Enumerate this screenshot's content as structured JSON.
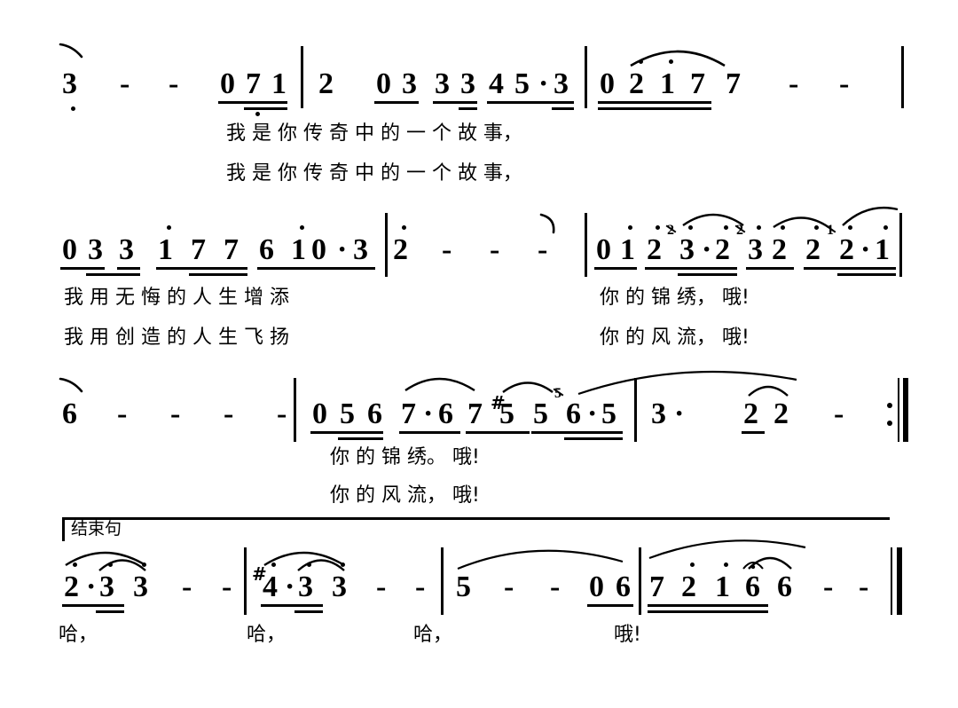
{
  "document": {
    "type": "chinese-numbered-notation-score",
    "title": "",
    "section_marker": "结束句"
  },
  "systems": [
    {
      "id": "system-1",
      "measures": [
        {
          "notes": "3 - -",
          "beamed": "0 7 1"
        },
        {
          "notes": "2",
          "beamed": "0 3 3 3 4 5 · 3"
        },
        {
          "notes": "0 2 1 7  7 - -"
        }
      ],
      "notes_text": "3 - - 0 7 1 | 2  0 3 3 3 4 5 · 3 | 0 2 1 7  7 - -",
      "lyrics_line_1": "我是你 传奇中的一个 故 事，",
      "lyrics_line_2": "我是你 传奇中的一个 故 事，"
    },
    {
      "id": "system-2",
      "notes_text": "0 3 3 1 7 7 6 1 0 · 3 | 2 - - - ， | 0 1 2 3 · 2 3 2 2 2 · 1",
      "lyrics_line_1": "我用无悔的人生 增 添   你的锦 绣， 哦!",
      "lyrics_line_2": "我用创造的人生 飞 扬   你的风 流， 哦!"
    },
    {
      "id": "system-3",
      "notes_text": "6 - - - - | 0 5 6 7 · 6 7 #5 5 6 · 5 | 3 ·  2 2  -  :||",
      "lyrics_line_1": "你的锦 绣。 哦!",
      "lyrics_line_2": "你的风 流， 哦!"
    },
    {
      "id": "system-4",
      "label": "结束句",
      "notes_text": "2 · 3 3 - - | #4 · 3 3 - - | 5 - - 0 6 | 7 2 1 6 6 - -  ‖",
      "lyrics_line_1": "哈， 哈， 哈， 哦!"
    }
  ],
  "lyrics": {
    "s1_row1": "我 是 你    传 奇 中 的 一 个    故      事，",
    "s1_row2": "我 是 你    传 奇 中 的 一 个    故        事，",
    "s2_row1_left": "我 用 无 悔 的 人 生  增  添",
    "s2_row2_left": "我 用 创 造 的 人 生  飞  扬",
    "s2_row1_right": "你 的 锦     绣，   哦!",
    "s2_row2_right": "你 的 风     流，   哦!",
    "s3_row1": "你 的 锦       绣。  哦!",
    "s3_row2": "你 的 风       流，  哦!",
    "s4_row1_a": "哈，",
    "s4_row1_b": "哈，",
    "s4_row1_c": "哈，",
    "s4_row1_d": "哦!"
  },
  "notes": {
    "s1": {
      "n1": "3",
      "d1": "-",
      "d2": "-",
      "b1": "0",
      "b2": "7",
      "b3": "1",
      "n2": "2",
      "c1": "0",
      "c2": "3",
      "c3": "3",
      "c4": "3",
      "c5": "4",
      "c6": "5",
      "cdot": "·",
      "c7": "3",
      "e1": "0",
      "e2": "2",
      "e3": "1",
      "e4": "7",
      "e5": "7",
      "d3": "-",
      "d4": "-"
    },
    "s2": {
      "a1": "0",
      "a2": "3",
      "a3": "3",
      "a4": "1",
      "a5": "7",
      "a6": "7",
      "a7": "6",
      "a8": "1",
      "a9": "0",
      "adot": "·",
      "a10": "3",
      "b1": "2",
      "bd1": "-",
      "bd2": "-",
      "bd3": "-",
      "breath": "‚",
      "c1": "0",
      "c2": "1",
      "c3": "2",
      "g1": "2",
      "c4": "3",
      "cdot1": "·",
      "c5": "2",
      "g2": "2",
      "c6": "3",
      "c7": "2",
      "c8": "2",
      "g3": "1",
      "c9": "2",
      "cdot2": "·",
      "c10": "1"
    },
    "s3": {
      "a1": "6",
      "ad1": "-",
      "ad2": "-",
      "ad3": "-",
      "ad4": "-",
      "b1": "0",
      "b2": "5",
      "b3": "6",
      "b4": "7",
      "bdot1": "·",
      "b5": "6",
      "b6": "7",
      "sharp": "#",
      "b7": "5",
      "b8": "5",
      "g1": "5",
      "b9": "6",
      "bdot2": "·",
      "b10": "5",
      "c1": "3",
      "cdot": "·",
      "c2": "2",
      "c3": "2",
      "cd1": "-"
    },
    "s4": {
      "a1": "2",
      "adot": "·",
      "a2": "3",
      "a3": "3",
      "ad1": "-",
      "ad2": "-",
      "sharp": "#",
      "b1": "4",
      "bdot": "·",
      "b2": "3",
      "b3": "3",
      "bd1": "-",
      "bd2": "-",
      "c1": "5",
      "cd1": "-",
      "cd2": "-",
      "c2": "0",
      "c3": "6",
      "d1": "7",
      "d2": "2",
      "d3": "1",
      "d4": "6",
      "d5": "6",
      "dd1": "-",
      "dd2": "-"
    }
  },
  "colors": {
    "ink": "#000000",
    "paper": "#ffffff"
  }
}
